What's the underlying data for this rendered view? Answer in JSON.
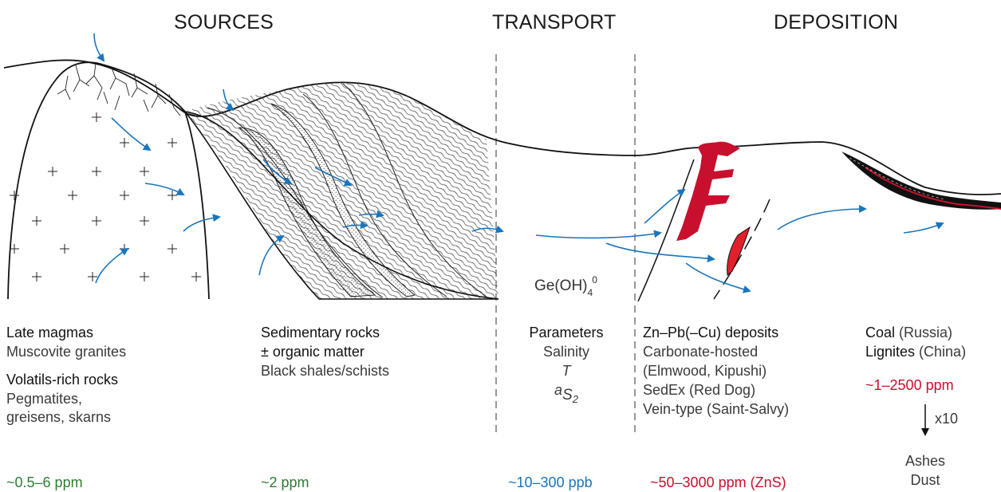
{
  "headers": {
    "sources": "SOURCES",
    "transport": "TRANSPORT",
    "deposition": "DEPOSITION"
  },
  "formula": {
    "base": "Ge(OH)",
    "sub": "4",
    "sup": "0"
  },
  "columns": {
    "magmas": {
      "title1": "Late magmas",
      "sub1": "Muscovite granites",
      "title2": "Volatils-rich rocks",
      "sub2a": "Pegmatites,",
      "sub2b": "greisens, skarns",
      "value": "~0.5–6 ppm"
    },
    "sedimentary": {
      "title1": "Sedimentary rocks",
      "title2": "± organic matter",
      "sub": "Black shales/schists",
      "value": "~2 ppm"
    },
    "transport": {
      "title": "Parameters",
      "p1": "Salinity",
      "p2": "T",
      "p3_base": "a",
      "p3_sub1": "S",
      "p3_sub2": "2",
      "value": "~10–300 ppb"
    },
    "znpb": {
      "title": "Zn–Pb(–Cu) deposits",
      "l1": "Carbonate-hosted",
      "l2": "(Elmwood, Kipushi)",
      "l3": "SedEx (Red Dog)",
      "l4": "Vein-type (Saint-Salvy)",
      "value": "~50–3000 ppm (ZnS)"
    },
    "coal": {
      "t1": "Coal",
      "t1b": " (Russia)",
      "t2": "Lignites",
      "t2b": " (China)",
      "value": "~1–2500 ppm",
      "factor": "x10",
      "out1": "Ashes",
      "out2": "Dust"
    }
  },
  "colors": {
    "arrow": "#1a75bc",
    "deposit": "#c8102e",
    "green": "#2e7d32",
    "blue": "#1a75bc",
    "red": "#c8102e"
  }
}
